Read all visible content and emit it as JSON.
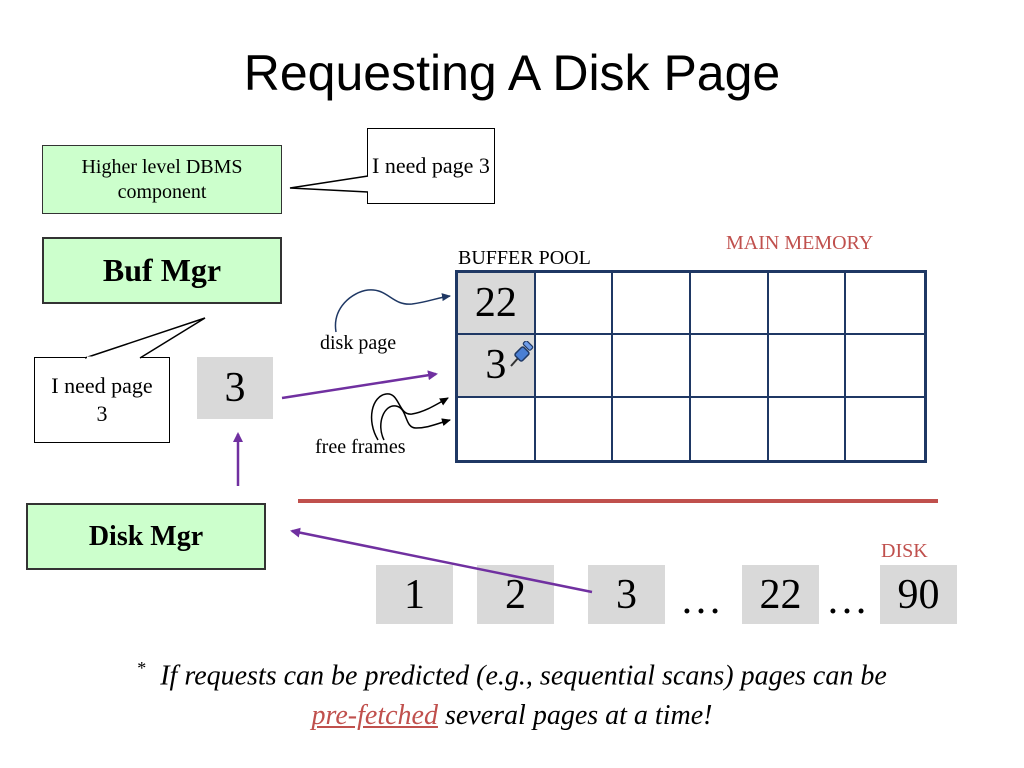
{
  "slide": {
    "title": "Requesting A Disk Page",
    "higher_level": "Higher level DBMS component",
    "callout_top": "I need page 3",
    "buf_mgr": "Buf Mgr",
    "callout_left": "I need page 3",
    "requested_page": "3",
    "disk_mgr": "Disk Mgr",
    "buffer_pool_label": "BUFFER POOL",
    "main_memory_label": "MAIN MEMORY",
    "disk_page_label": "disk page",
    "free_frames_label": "free frames",
    "disk_label": "DISK",
    "pin_icon": "pushpin-icon",
    "colors": {
      "box_green": "#ccffcc",
      "arrow_purple": "#7030a0",
      "accent_red": "#c0504d",
      "grid_navy": "#1f3864",
      "page_gray": "#d9d9d9"
    }
  },
  "buffer_pool": {
    "rows": [
      [
        "22",
        "",
        "",
        "",
        "",
        ""
      ],
      [
        "3",
        "",
        "",
        "",
        "",
        ""
      ],
      [
        "",
        "",
        "",
        "",
        "",
        ""
      ]
    ]
  },
  "disk_pages": {
    "p1": "1",
    "p2": "2",
    "p3": "3",
    "ellipsis1": "…",
    "p22": "22",
    "ellipsis2": "…",
    "p90": "90"
  },
  "footnote": {
    "star": "*",
    "line1": "If requests can be predicted (e.g., sequential scans) pages can be",
    "link": "pre-fetched",
    "line2_rest": " several pages at a time!"
  }
}
